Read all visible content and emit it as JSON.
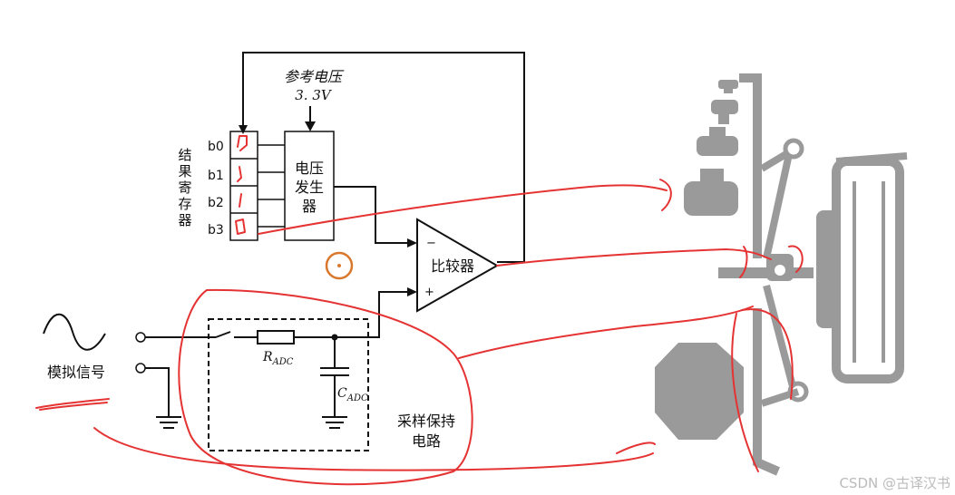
{
  "reference_voltage": {
    "line1": "参考电压",
    "line2": "3. 3V"
  },
  "result_register": {
    "label_chars": [
      "结",
      "果",
      "寄",
      "存",
      "器"
    ],
    "bits": [
      "b0",
      "b1",
      "b2",
      "b3"
    ]
  },
  "voltage_generator": {
    "lines": [
      "电压",
      "发生",
      "器"
    ]
  },
  "comparator": {
    "label": "比较器",
    "minus": "−",
    "plus": "+"
  },
  "analog_signal": {
    "label": "模拟信号"
  },
  "sample_hold": {
    "resistor_main": "R",
    "resistor_sub": "ADC",
    "capacitor_main": "C",
    "capacitor_sub": "ADC",
    "label_line1": "采样保持",
    "label_line2": "电路"
  },
  "watermark": "CSDN @古译汉书",
  "colors": {
    "ink": "#111111",
    "annotation": "#e53333",
    "balance": "#9a9a9a",
    "cursor": "#d9782d"
  }
}
